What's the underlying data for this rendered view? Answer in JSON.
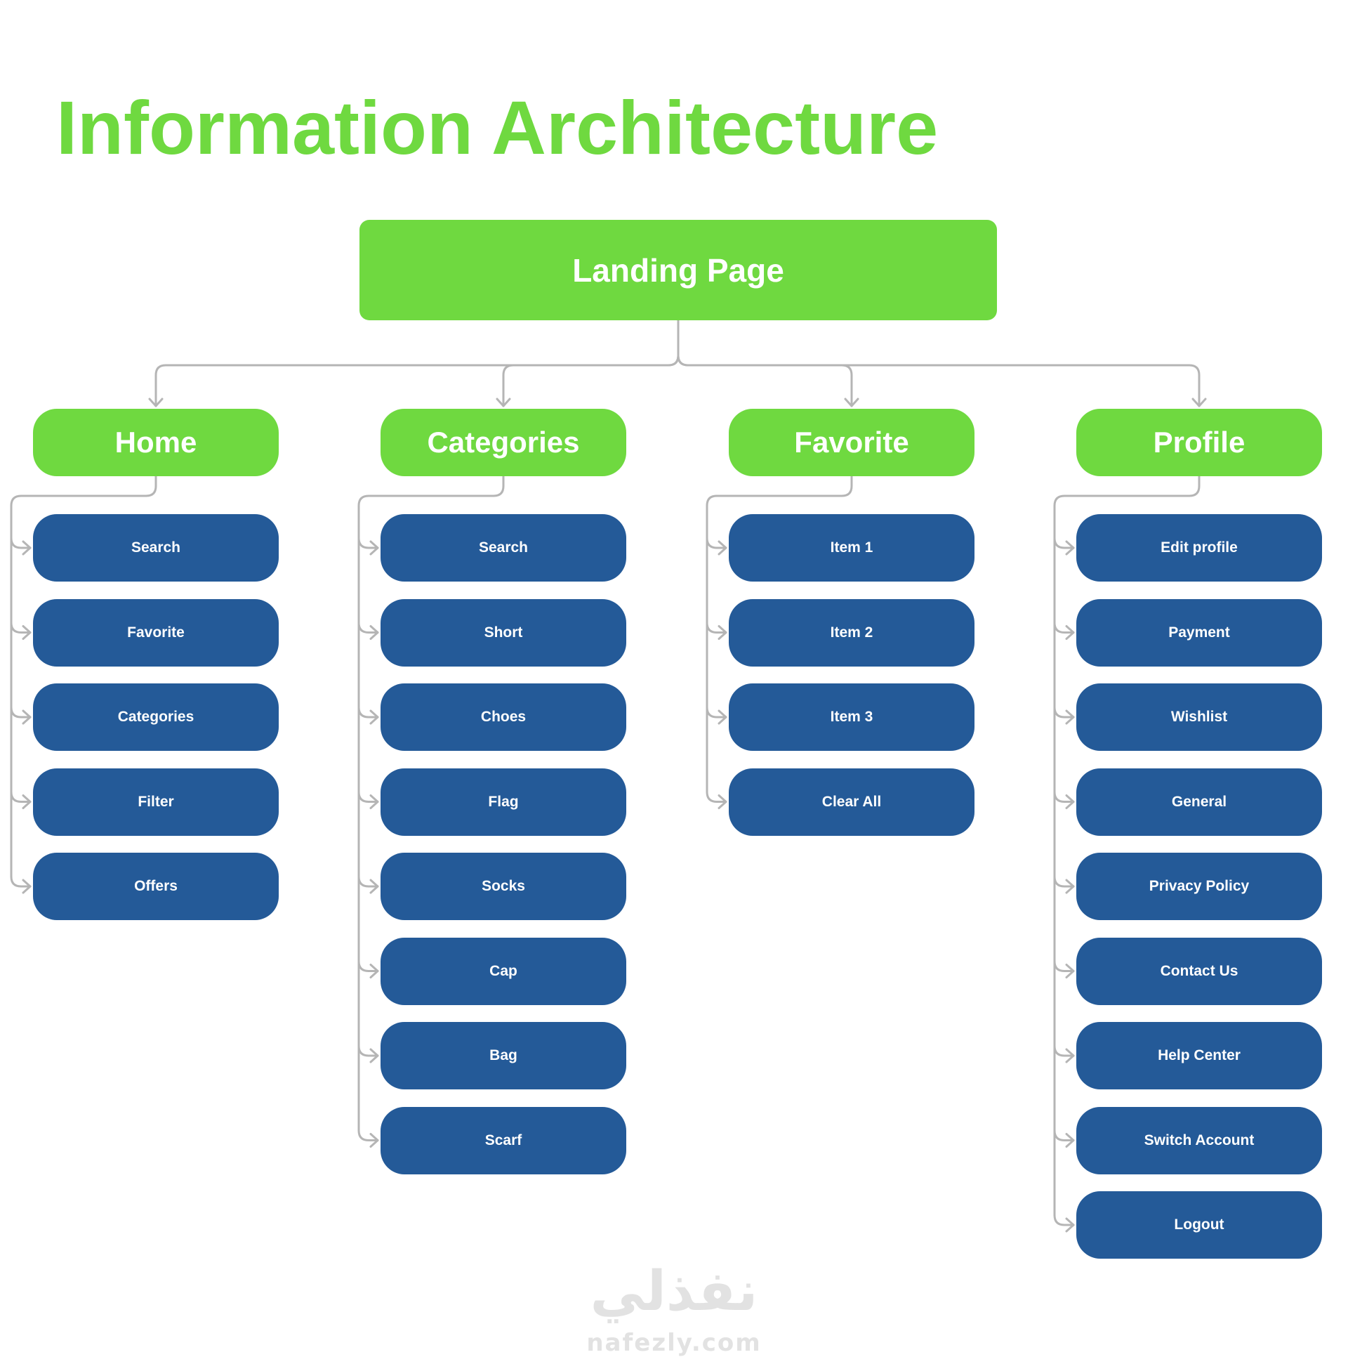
{
  "title": "Information Architecture",
  "colors": {
    "accent_green": "#6fd940",
    "item_blue": "#245a98",
    "connector_gray": "#b5b5b5",
    "text_white": "#ffffff"
  },
  "root": {
    "label": "Landing Page"
  },
  "sections": [
    {
      "label": "Home",
      "items": [
        "Search",
        "Favorite",
        "Categories",
        "Filter",
        "Offers"
      ]
    },
    {
      "label": "Categories",
      "items": [
        "Search",
        "Short",
        "Choes",
        "Flag",
        "Socks",
        "Cap",
        "Bag",
        "Scarf"
      ]
    },
    {
      "label": "Favorite",
      "items": [
        "Item 1",
        "Item 2",
        "Item 3",
        "Clear All"
      ]
    },
    {
      "label": "Profile",
      "items": [
        "Edit profile",
        "Payment",
        "Wishlist",
        "General",
        "Privacy Policy",
        "Contact Us",
        "Help Center",
        "Switch Account",
        "Logout"
      ]
    }
  ],
  "watermark": {
    "arabic": "نفذلي",
    "latin": "nafezly.com"
  }
}
